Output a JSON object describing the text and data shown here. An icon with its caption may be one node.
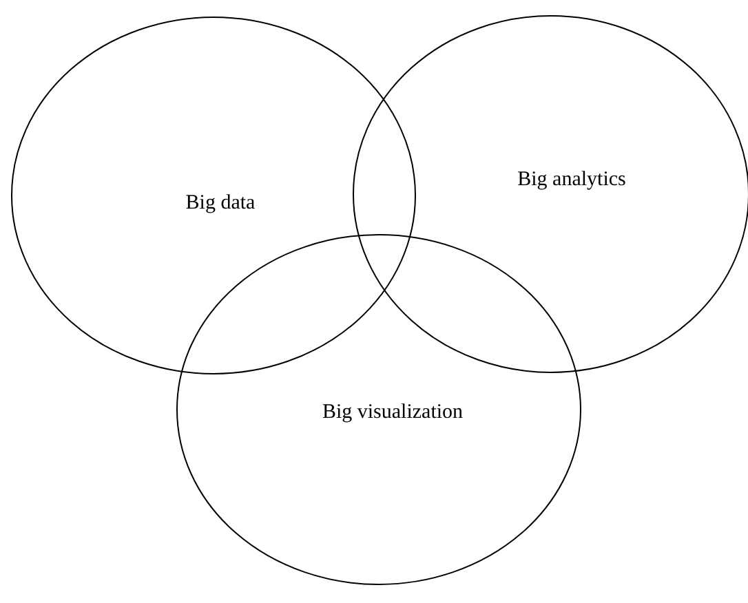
{
  "diagram": {
    "nodes": [
      {
        "text": [
          "Big data"
        ]
      },
      {
        "text": [
          "Big analytics"
        ]
      },
      {
        "text": [
          "Big visualization"
        ]
      }
    ]
  }
}
